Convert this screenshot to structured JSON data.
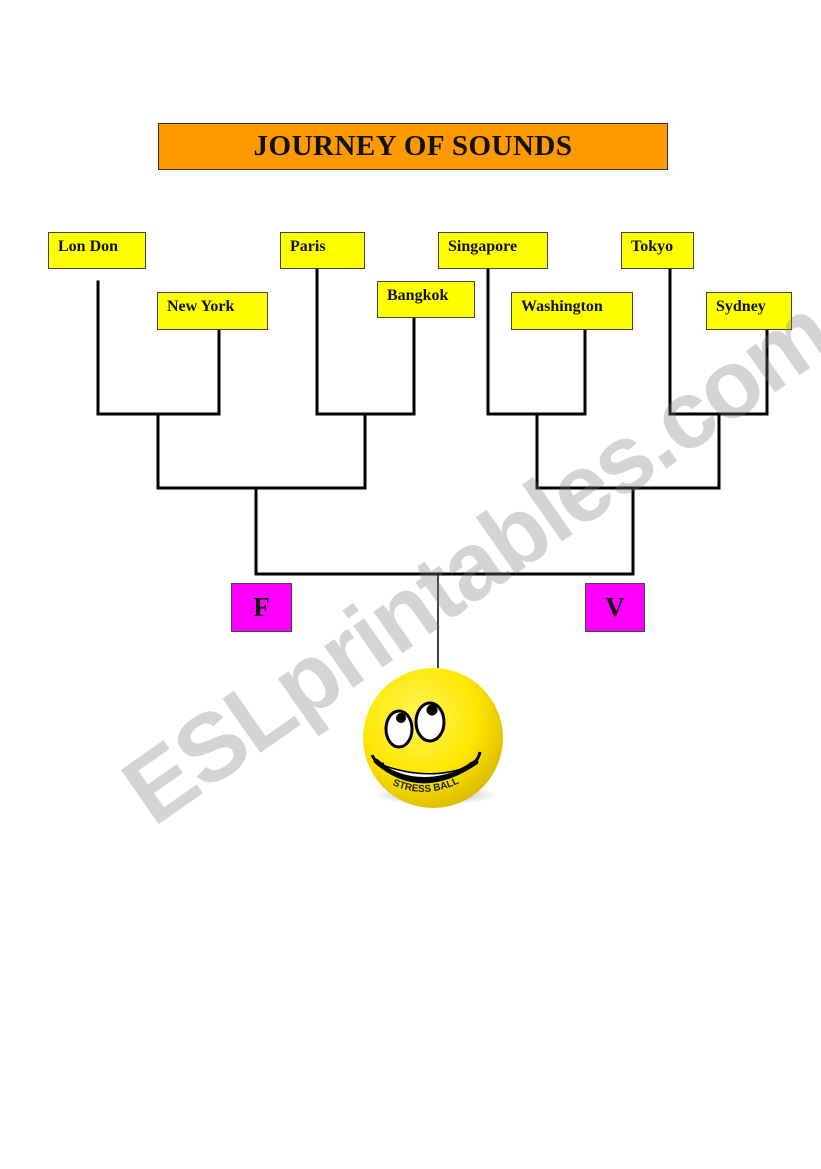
{
  "title": "JOURNEY OF SOUNDS",
  "cities": {
    "london": "Lon Don",
    "new_york": "New York",
    "paris": "Paris",
    "bangkok": "Bangkok",
    "singapore": "Singapore",
    "washington": "Washington",
    "tokyo": "Tokyo",
    "sydney": "Sydney"
  },
  "endpoints": {
    "left": "F",
    "right": "V"
  },
  "ball": {
    "label": "STRESS BALL",
    "icon": "smiley-stress-ball"
  },
  "watermark": "ESLprintables.com",
  "colors": {
    "title_bg": "#ff9900",
    "city_bg": "#ffff00",
    "letter_bg": "#ff00ff",
    "ball": "#ffe600"
  }
}
